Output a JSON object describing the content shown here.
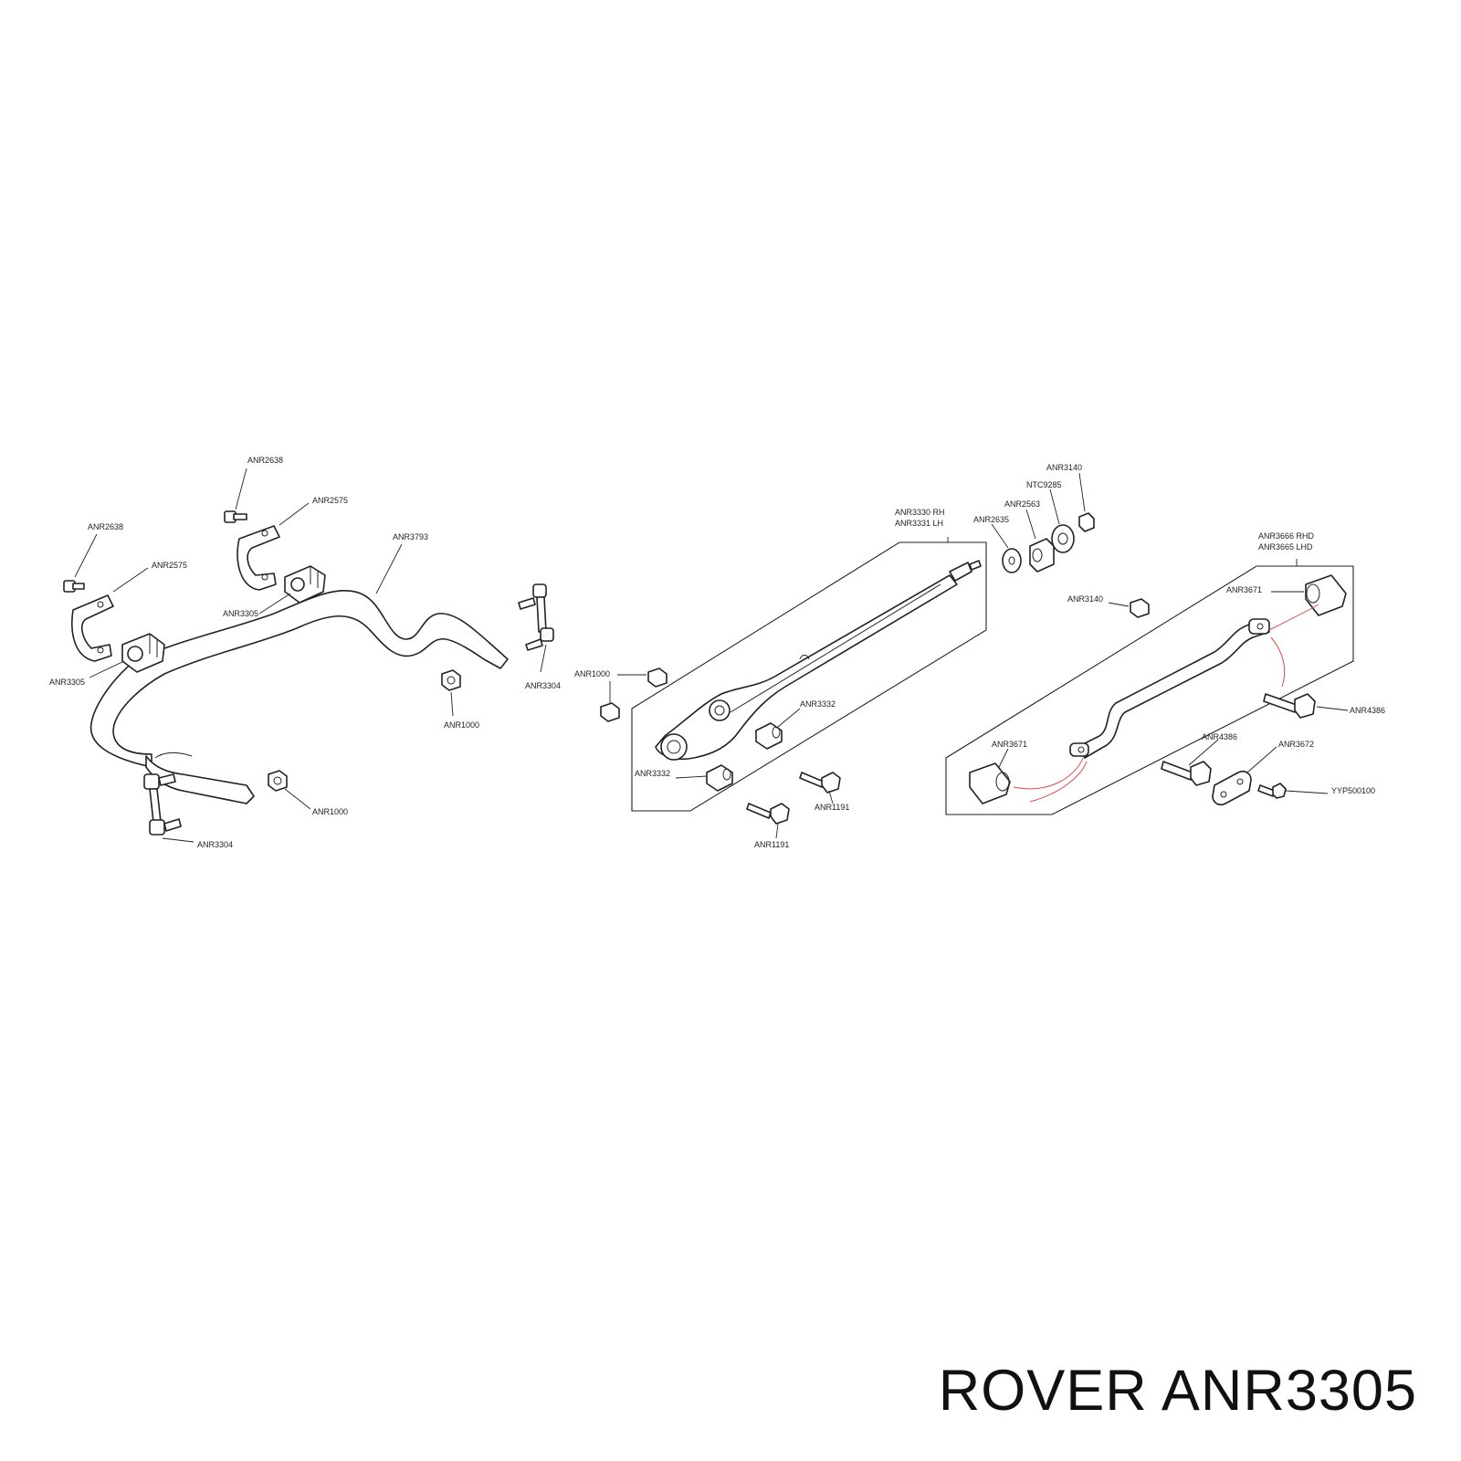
{
  "caption": {
    "brand": "ROVER",
    "part_number": "ANR3305"
  },
  "labels": {
    "anr2638_top": "ANR2638",
    "anr2575_top": "ANR2575",
    "anr2638_left": "ANR2638",
    "anr2575_left": "ANR2575",
    "anr3305_mid": "ANR3305",
    "anr3305_left": "ANR3305",
    "anr3793": "ANR3793",
    "anr3304_right": "ANR3304",
    "anr1000_mid": "ANR1000",
    "anr1000_low": "ANR1000",
    "anr3304_low": "ANR3304",
    "anr1000_arm": "ANR1000",
    "anr3330": "ANR3330 RH",
    "anr3331": "ANR3331 LH",
    "anr3332_a": "ANR3332",
    "anr3332_b": "ANR3332",
    "anr1191_a": "ANR1191",
    "anr1191_b": "ANR1191",
    "anr3140_top": "ANR3140",
    "ntc9285": "NTC9285",
    "anr2563": "ANR2563",
    "anr2635": "ANR2635",
    "anr3140_mid": "ANR3140",
    "anr3666": "ANR3666 RHD",
    "anr3665": "ANR3665 LHD",
    "anr3671_top": "ANR3671",
    "anr3671_low": "ANR3671",
    "anr4386_right": "ANR4386",
    "anr4386_mid": "ANR4386",
    "anr3672": "ANR3672",
    "yyp500100": "YYP500100"
  }
}
